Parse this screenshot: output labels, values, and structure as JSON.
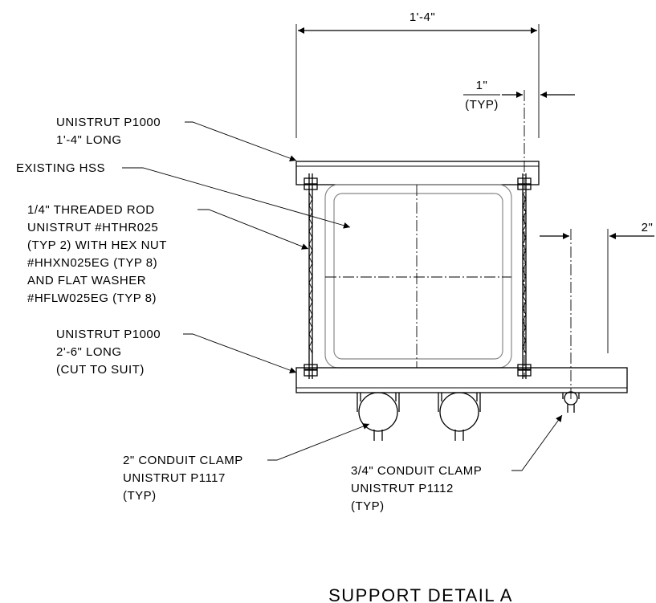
{
  "dimensions": {
    "overall_width": "1'-4\"",
    "rod_offset": "1\"",
    "rod_offset_note": "(TYP)",
    "clamp_offset": "2\""
  },
  "callouts": {
    "top_strut": [
      "UNISTRUT P1000",
      "1'-4\" LONG"
    ],
    "hss": [
      "EXISTING HSS"
    ],
    "rod": [
      "1/4\" THREADED ROD",
      "UNISTRUT #HTHR025",
      "(TYP 2) WITH HEX NUT",
      "#HHXN025EG (TYP 8)",
      "AND FLAT WASHER",
      "#HFLW025EG (TYP 8)"
    ],
    "bottom_strut": [
      "UNISTRUT P1000",
      "2'-6\" LONG",
      "(CUT TO SUIT)"
    ],
    "clamp_2in": [
      "2\" CONDUIT CLAMP",
      "UNISTRUT P1117",
      "(TYP)"
    ],
    "clamp_3_4in": [
      "3/4\" CONDUIT CLAMP",
      "UNISTRUT P1112",
      "(TYP)"
    ]
  },
  "title": "SUPPORT DETAIL A"
}
